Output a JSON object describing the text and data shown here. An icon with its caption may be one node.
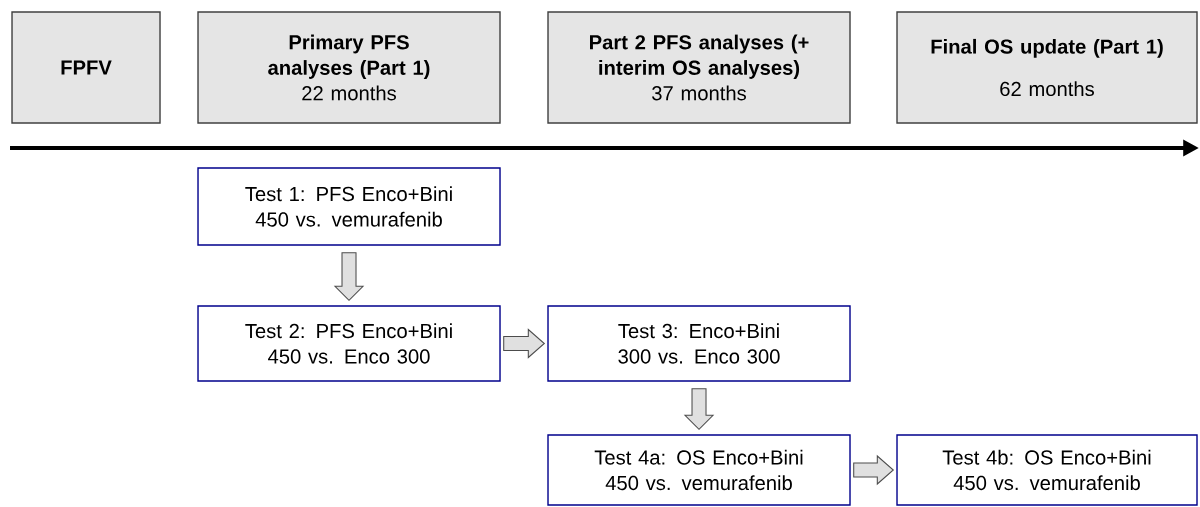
{
  "diagram": {
    "nodes": [
      {
        "text": [
          "FPFV"
        ]
      },
      {
        "text": [
          "Primary PFS analyses (Part 1)",
          "22 months"
        ]
      },
      {
        "text": [
          "Part 2 PFS analyses (+ interim OS analyses)",
          "37 months"
        ]
      },
      {
        "text": [
          "Final OS update (Part 1)",
          "62 months"
        ]
      },
      {
        "text": [
          "Test 1: PFS Enco+Bini 450 vs. vemurafenib"
        ]
      },
      {
        "text": [
          "Test 2: PFS Enco+Bini 450 vs. Enco 300"
        ]
      },
      {
        "text": [
          "Test 3: Enco+Bini 300 vs. Enco 300"
        ]
      },
      {
        "text": [
          "Test 4a: OS Enco+Bini 450 vs. vemurafenib"
        ]
      },
      {
        "text": [
          "Test 4b: OS Enco+Bini 450 vs. vemurafenib"
        ]
      }
    ],
    "edges": [
      {
        "from": 4,
        "to": 5,
        "arrow": "to"
      },
      {
        "from": 5,
        "to": 6,
        "arrow": "to"
      },
      {
        "from": 6,
        "to": 7,
        "arrow": "to"
      },
      {
        "from": 7,
        "to": 8,
        "arrow": "to"
      }
    ]
  }
}
